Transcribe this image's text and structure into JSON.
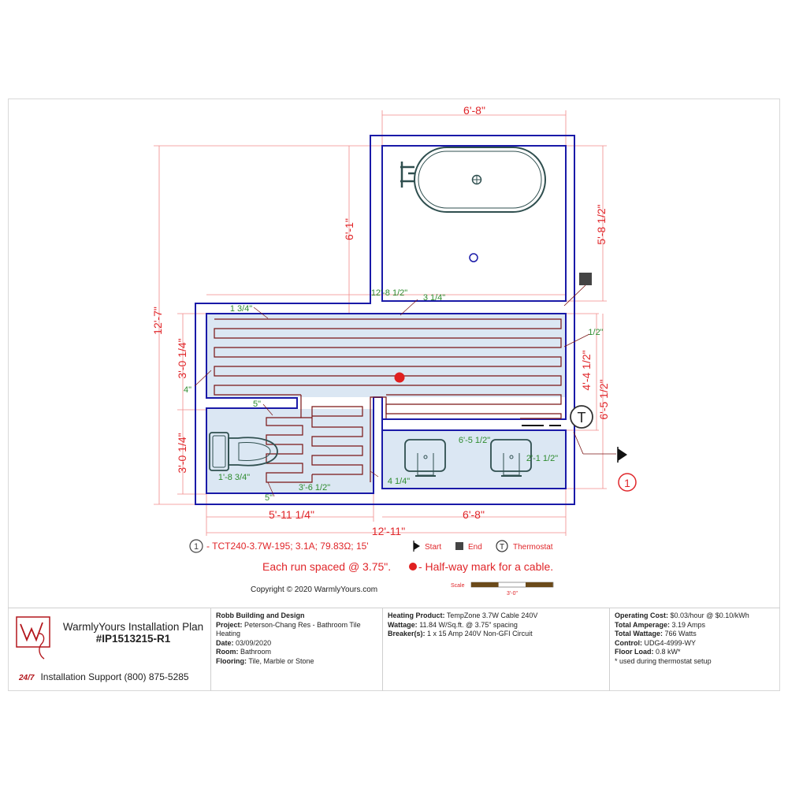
{
  "dimensions": {
    "bath_width_top": "6'-8\"",
    "bath_height_left": "6'-1\"",
    "bath_height_right": "5'-8 1/2\"",
    "overall_height": "12'-7\"",
    "upper_height": "3'-0 1/4\"",
    "lower_height": "3'-0 1/4\"",
    "right_upper": "4'-4 1/2\"",
    "right_total": "6'-5 1/2\"",
    "bottom_left": "5'-11 1/4\"",
    "bottom_right": "6'-8\"",
    "overall_width": "12'-11\"",
    "inner_width": "12'-8 1/2\"",
    "gap_3_1_4": "3 1/4\"",
    "gap_1_3_4": "1 3/4\"",
    "gap_1_2": "1/2\"",
    "gap_4": "4\"",
    "gap_5_top": "5\"",
    "gap_5_bottom": "5\"",
    "vanity_width": "6'-5 1/2\"",
    "vanity_depth": "2'-1 1/2\"",
    "toilet_gap": "1'-8 3/4\"",
    "run_width": "3'-6 1/2\"",
    "gap_4_1_4": "4 1/4\""
  },
  "legend": {
    "circuit_number": "1",
    "cable_spec": "- TCT240-3.7W-195; 3.1A; 79.83Ω; 15'",
    "start": "Start",
    "end": "End",
    "thermostat_symbol": "T",
    "thermostat": "Thermostat",
    "spacing_note": "Each run spaced @ 3.75\".",
    "halfway_note": "- Half-way mark for a cable.",
    "copyright": "Copyright © 2020 WarmlyYours.com",
    "scale_label": "Scale",
    "scale_value": "3'-0\""
  },
  "title_block": {
    "company_title": "WarmlyYours Installation Plan",
    "plan_id": "#IP1513215-R1",
    "support_badge": "24/7",
    "support": "Installation Support (800) 875-5285",
    "builder": "Robb Building and Design",
    "project_label": "Project:",
    "project": "Peterson-Chang Res - Bathroom Tile Heating",
    "date_label": "Date:",
    "date": "03/09/2020",
    "room_label": "Room:",
    "room": "Bathroom",
    "flooring_label": "Flooring:",
    "flooring": "Tile, Marble or Stone",
    "product_label": "Heating Product:",
    "product": "TempZone 3.7W Cable 240V",
    "wattage_label": "Wattage:",
    "wattage": "11.84 W/Sq.ft. @ 3.75\" spacing",
    "breaker_label": "Breaker(s):",
    "breaker": "1 x 15 Amp 240V Non-GFI Circuit",
    "op_cost_label": "Operating Cost:",
    "op_cost": "$0.03/hour @ $0.10/kWh",
    "amperage_label": "Total Amperage:",
    "amperage": "3.19 Amps",
    "total_wattage_label": "Total Wattage:",
    "total_wattage": "766 Watts",
    "control_label": "Control:",
    "control": "UDG4-4999-WY",
    "floor_load_label": "Floor Load:",
    "floor_load": "0.8 kW*",
    "footnote": "* used during thermostat setup"
  },
  "colors": {
    "wall": "#1a1aa8",
    "dimension": "#e0262a",
    "inner_dim": "#2e8b2e",
    "cable": "#7a1414",
    "heated_fill": "#dbe7f3",
    "fixture": "#2f4f4f"
  }
}
